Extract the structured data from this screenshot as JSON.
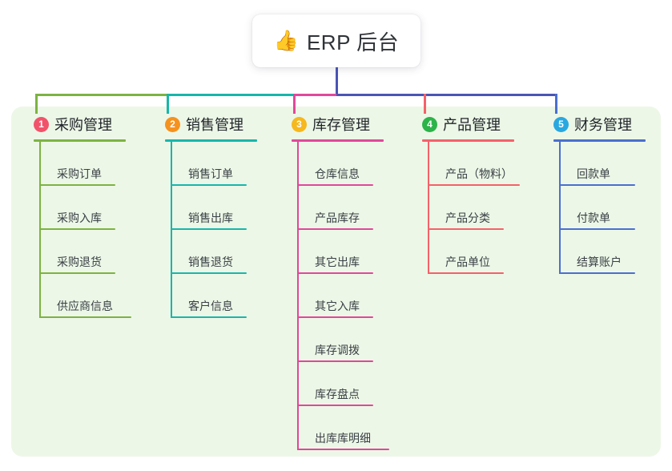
{
  "root": {
    "icon": "thumbs-up-icon",
    "emoji": "👍",
    "title": "ERP 后台"
  },
  "theme": {
    "page_background": "#ffffff",
    "panel_background": "#edf7e7",
    "card_background": "#ffffff",
    "title_color": "#2f3338",
    "leaf_text_color": "#3a4046",
    "root_connector_color": "#4a55b5"
  },
  "columns": [
    {
      "index": "1",
      "badge_color": "#f1536b",
      "line_color": "#7cb342",
      "title": "采购管理",
      "items": [
        "采购订单",
        "采购入库",
        "采购退货",
        "供应商信息"
      ]
    },
    {
      "index": "2",
      "badge_color": "#f5921e",
      "line_color": "#18b6ab",
      "title": "销售管理",
      "items": [
        "销售订单",
        "销售出库",
        "销售退货",
        "客户信息"
      ]
    },
    {
      "index": "3",
      "badge_color": "#f5b81e",
      "line_color": "#e0489b",
      "title": "库存管理",
      "items": [
        "仓库信息",
        "产品库存",
        "其它出库",
        "其它入库",
        "库存调拨",
        "库存盘点",
        "出库库明细"
      ]
    },
    {
      "index": "4",
      "badge_color": "#2cb34a",
      "line_color": "#f4616a",
      "title": "产品管理",
      "items": [
        "产品（物料）",
        "产品分类",
        "产品单位"
      ]
    },
    {
      "index": "5",
      "badge_color": "#29a8e0",
      "line_color": "#4a6fd0",
      "title": "财务管理",
      "items": [
        "回款单",
        "付款单",
        "结算账户"
      ]
    }
  ]
}
